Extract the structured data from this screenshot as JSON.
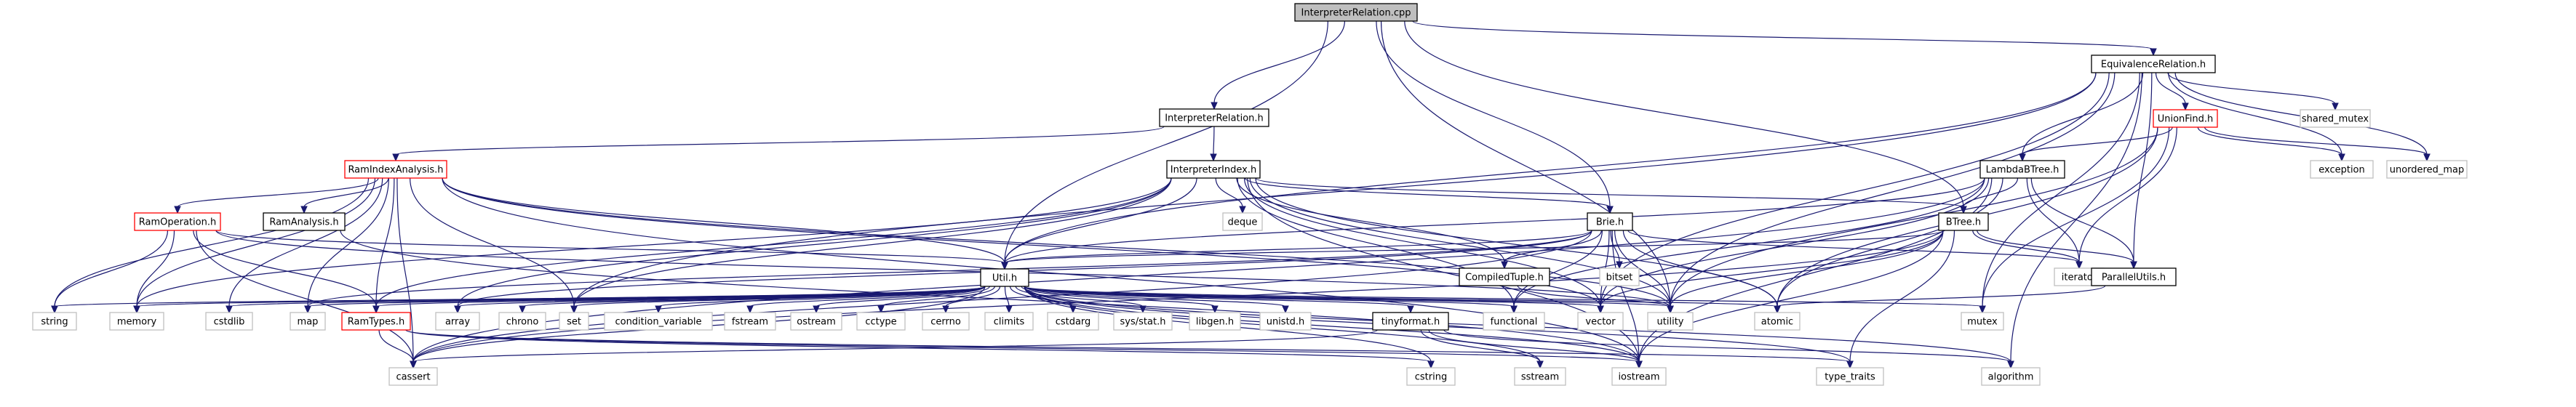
{
  "graph": {
    "nodes": [
      {
        "id": "interp_cpp",
        "label": "InterpreterRelation.cpp",
        "style": "root"
      },
      {
        "id": "interp_h",
        "label": "InterpreterRelation.h",
        "style": "plain"
      },
      {
        "id": "equiv",
        "label": "EquivalenceRelation.h",
        "style": "plain"
      },
      {
        "id": "ramidx",
        "label": "RamIndexAnalysis.h",
        "style": "red"
      },
      {
        "id": "interpidx",
        "label": "InterpreterIndex.h",
        "style": "plain"
      },
      {
        "id": "unionfind",
        "label": "UnionFind.h",
        "style": "red"
      },
      {
        "id": "shared_mutex",
        "label": "shared_mutex",
        "style": "sys"
      },
      {
        "id": "lambda",
        "label": "LambdaBTree.h",
        "style": "plain"
      },
      {
        "id": "exception",
        "label": "exception",
        "style": "sys"
      },
      {
        "id": "unordered_map",
        "label": "unordered_map",
        "style": "sys"
      },
      {
        "id": "ramop",
        "label": "RamOperation.h",
        "style": "red"
      },
      {
        "id": "ramanalysis",
        "label": "RamAnalysis.h",
        "style": "plain"
      },
      {
        "id": "deque",
        "label": "deque",
        "style": "sys"
      },
      {
        "id": "brie",
        "label": "Brie.h",
        "style": "plain"
      },
      {
        "id": "btree",
        "label": "BTree.h",
        "style": "plain"
      },
      {
        "id": "bitset",
        "label": "bitset",
        "style": "sys"
      },
      {
        "id": "compiled",
        "label": "CompiledTuple.h",
        "style": "plain"
      },
      {
        "id": "iterator",
        "label": "iterator",
        "style": "sys"
      },
      {
        "id": "parallel",
        "label": "ParallelUtils.h",
        "style": "plain"
      },
      {
        "id": "util",
        "label": "Util.h",
        "style": "plain"
      },
      {
        "id": "string",
        "label": "string",
        "style": "sys"
      },
      {
        "id": "memory",
        "label": "memory",
        "style": "sys"
      },
      {
        "id": "cstdlib",
        "label": "cstdlib",
        "style": "sys"
      },
      {
        "id": "map",
        "label": "map",
        "style": "sys"
      },
      {
        "id": "ramtypes",
        "label": "RamTypes.h",
        "style": "red"
      },
      {
        "id": "array",
        "label": "array",
        "style": "sys"
      },
      {
        "id": "chrono",
        "label": "chrono",
        "style": "sys"
      },
      {
        "id": "set",
        "label": "set",
        "style": "sys"
      },
      {
        "id": "condvar",
        "label": "condition_variable",
        "style": "sys"
      },
      {
        "id": "fstream",
        "label": "fstream",
        "style": "sys"
      },
      {
        "id": "ostream",
        "label": "ostream",
        "style": "sys"
      },
      {
        "id": "cctype",
        "label": "cctype",
        "style": "sys"
      },
      {
        "id": "cerrno",
        "label": "cerrno",
        "style": "sys"
      },
      {
        "id": "climits",
        "label": "climits",
        "style": "sys"
      },
      {
        "id": "cstdarg",
        "label": "cstdarg",
        "style": "sys"
      },
      {
        "id": "sysstat",
        "label": "sys/stat.h",
        "style": "sys"
      },
      {
        "id": "libgen",
        "label": "libgen.h",
        "style": "sys"
      },
      {
        "id": "unistd",
        "label": "unistd.h",
        "style": "sys"
      },
      {
        "id": "tinyformat",
        "label": "tinyformat.h",
        "style": "plain"
      },
      {
        "id": "functional",
        "label": "functional",
        "style": "sys"
      },
      {
        "id": "vector",
        "label": "vector",
        "style": "sys"
      },
      {
        "id": "utility",
        "label": "utility",
        "style": "sys"
      },
      {
        "id": "atomic",
        "label": "atomic",
        "style": "sys"
      },
      {
        "id": "mutex",
        "label": "mutex",
        "style": "sys"
      },
      {
        "id": "cassert",
        "label": "cassert",
        "style": "sys"
      },
      {
        "id": "cstring",
        "label": "cstring",
        "style": "sys"
      },
      {
        "id": "sstream",
        "label": "sstream",
        "style": "sys"
      },
      {
        "id": "iostream",
        "label": "iostream",
        "style": "sys"
      },
      {
        "id": "type_traits",
        "label": "type_traits",
        "style": "sys"
      },
      {
        "id": "algorithm",
        "label": "algorithm",
        "style": "sys"
      }
    ],
    "edges": [
      [
        "interp_cpp",
        "interp_h"
      ],
      [
        "interp_cpp",
        "equiv"
      ],
      [
        "interp_cpp",
        "brie"
      ],
      [
        "interp_cpp",
        "btree"
      ],
      [
        "interp_cpp",
        "util"
      ],
      [
        "interp_cpp",
        "utility"
      ],
      [
        "interp_h",
        "ramidx"
      ],
      [
        "interp_h",
        "interpidx"
      ],
      [
        "equiv",
        "unionfind"
      ],
      [
        "equiv",
        "shared_mutex"
      ],
      [
        "equiv",
        "lambda"
      ],
      [
        "equiv",
        "exception"
      ],
      [
        "equiv",
        "unordered_map"
      ],
      [
        "equiv",
        "parallel"
      ],
      [
        "equiv",
        "util"
      ],
      [
        "equiv",
        "set"
      ],
      [
        "equiv",
        "vector"
      ],
      [
        "equiv",
        "utility"
      ],
      [
        "equiv",
        "mutex"
      ],
      [
        "equiv",
        "algorithm"
      ],
      [
        "unionfind",
        "lambda"
      ],
      [
        "unionfind",
        "exception"
      ],
      [
        "unionfind",
        "unordered_map"
      ],
      [
        "unionfind",
        "iterator"
      ],
      [
        "unionfind",
        "utility"
      ],
      [
        "unionfind",
        "atomic"
      ],
      [
        "unionfind",
        "mutex"
      ],
      [
        "lambda",
        "btree"
      ],
      [
        "lambda",
        "iterator"
      ],
      [
        "lambda",
        "parallel"
      ],
      [
        "lambda",
        "util"
      ],
      [
        "lambda",
        "functional"
      ],
      [
        "lambda",
        "vector"
      ],
      [
        "lambda",
        "iostream"
      ],
      [
        "lambda",
        "atomic"
      ],
      [
        "lambda",
        "cassert"
      ],
      [
        "ramidx",
        "ramop"
      ],
      [
        "ramidx",
        "ramanalysis"
      ],
      [
        "ramidx",
        "ramtypes"
      ],
      [
        "ramidx",
        "util"
      ],
      [
        "ramidx",
        "string"
      ],
      [
        "ramidx",
        "memory"
      ],
      [
        "ramidx",
        "cstdlib"
      ],
      [
        "ramidx",
        "map"
      ],
      [
        "ramidx",
        "set"
      ],
      [
        "ramidx",
        "cassert"
      ],
      [
        "ramidx",
        "iostream"
      ],
      [
        "ramidx",
        "vector"
      ],
      [
        "ramidx",
        "utility"
      ],
      [
        "ramop",
        "ramtypes"
      ],
      [
        "ramop",
        "util"
      ],
      [
        "ramop",
        "string"
      ],
      [
        "ramop",
        "memory"
      ],
      [
        "ramop",
        "cassert"
      ],
      [
        "ramop",
        "utility"
      ],
      [
        "ramanalysis",
        "iostream"
      ],
      [
        "interpidx",
        "deque"
      ],
      [
        "interpidx",
        "brie"
      ],
      [
        "interpidx",
        "btree"
      ],
      [
        "interpidx",
        "compiled"
      ],
      [
        "interpidx",
        "ramtypes"
      ],
      [
        "interpidx",
        "util"
      ],
      [
        "interpidx",
        "memory"
      ],
      [
        "interpidx",
        "set"
      ],
      [
        "interpidx",
        "array"
      ],
      [
        "interpidx",
        "functional"
      ],
      [
        "interpidx",
        "vector"
      ],
      [
        "interpidx",
        "utility"
      ],
      [
        "interpidx",
        "atomic"
      ],
      [
        "interpidx",
        "iostream"
      ],
      [
        "brie",
        "bitset"
      ],
      [
        "brie",
        "compiled"
      ],
      [
        "brie",
        "util"
      ],
      [
        "brie",
        "iterator"
      ],
      [
        "brie",
        "functional"
      ],
      [
        "brie",
        "vector"
      ],
      [
        "brie",
        "utility"
      ],
      [
        "brie",
        "atomic"
      ],
      [
        "brie",
        "iostream"
      ],
      [
        "brie",
        "cassert"
      ],
      [
        "brie",
        "map"
      ],
      [
        "brie",
        "array"
      ],
      [
        "btree",
        "iterator"
      ],
      [
        "btree",
        "parallel"
      ],
      [
        "btree",
        "util"
      ],
      [
        "btree",
        "vector"
      ],
      [
        "btree",
        "utility"
      ],
      [
        "btree",
        "type_traits"
      ],
      [
        "btree",
        "iostream"
      ],
      [
        "btree",
        "cassert"
      ],
      [
        "compiled",
        "utility"
      ],
      [
        "parallel",
        "atomic"
      ],
      [
        "util",
        "string"
      ],
      [
        "util",
        "memory"
      ],
      [
        "util",
        "cstdlib"
      ],
      [
        "util",
        "map"
      ],
      [
        "util",
        "ramtypes"
      ],
      [
        "util",
        "array"
      ],
      [
        "util",
        "chrono"
      ],
      [
        "util",
        "set"
      ],
      [
        "util",
        "condvar"
      ],
      [
        "util",
        "fstream"
      ],
      [
        "util",
        "ostream"
      ],
      [
        "util",
        "cctype"
      ],
      [
        "util",
        "cerrno"
      ],
      [
        "util",
        "climits"
      ],
      [
        "util",
        "cstdarg"
      ],
      [
        "util",
        "sysstat"
      ],
      [
        "util",
        "libgen"
      ],
      [
        "util",
        "unistd"
      ],
      [
        "util",
        "tinyformat"
      ],
      [
        "util",
        "functional"
      ],
      [
        "util",
        "vector"
      ],
      [
        "util",
        "utility"
      ],
      [
        "util",
        "atomic"
      ],
      [
        "util",
        "mutex"
      ],
      [
        "util",
        "cassert"
      ],
      [
        "util",
        "cstring"
      ],
      [
        "util",
        "sstream"
      ],
      [
        "util",
        "iostream"
      ],
      [
        "util",
        "type_traits"
      ],
      [
        "util",
        "algorithm"
      ],
      [
        "ramtypes",
        "cassert"
      ],
      [
        "ramtypes",
        "cstring"
      ],
      [
        "ramtypes",
        "iostream"
      ],
      [
        "ramtypes",
        "type_traits"
      ],
      [
        "tinyformat",
        "cassert"
      ],
      [
        "tinyformat",
        "sstream"
      ],
      [
        "tinyformat",
        "iostream"
      ],
      [
        "tinyformat",
        "algorithm"
      ]
    ]
  }
}
